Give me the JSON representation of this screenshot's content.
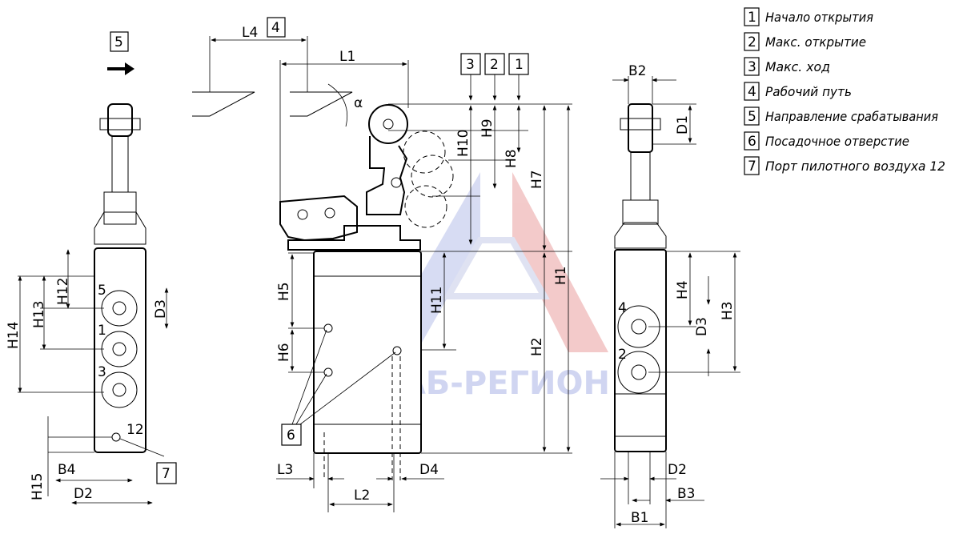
{
  "legend": [
    {
      "num": "1",
      "text": "Начало открытия"
    },
    {
      "num": "2",
      "text": "Макс. открытие"
    },
    {
      "num": "3",
      "text": "Макс. ход"
    },
    {
      "num": "4",
      "text": "Рабочий путь"
    },
    {
      "num": "5",
      "text": "Направление срабатывания"
    },
    {
      "num": "6",
      "text": "Посадочное отверстие"
    },
    {
      "num": "7",
      "text": "Порт пилотного воздуха 12"
    }
  ],
  "callouts": {
    "c1": "1",
    "c2": "2",
    "c3": "3",
    "c4": "4",
    "c5": "5",
    "c6": "6",
    "c7": "7"
  },
  "port_labels": {
    "p5": "5",
    "p1": "1",
    "p3": "3",
    "p12": "12",
    "p4": "4",
    "p2": "2"
  },
  "dims": {
    "L1": "L1",
    "L2": "L2",
    "L3": "L3",
    "L4": "L4",
    "B1": "B1",
    "B2": "B2",
    "B3": "B3",
    "B4": "B4",
    "D1": "D1",
    "D2": "D2",
    "D3": "D3",
    "D4": "D4",
    "H1": "H1",
    "H2": "H2",
    "H3": "H3",
    "H4": "H4",
    "H5": "H5",
    "H6": "H6",
    "H7": "H7",
    "H8": "H8",
    "H9": "H9",
    "H10": "H10",
    "H11": "H11",
    "H12": "H12",
    "H13": "H13",
    "H14": "H14",
    "H15": "H15",
    "angle": "α"
  },
  "watermark": "СНАБ-РЕГИОН",
  "colors": {
    "watermark_blue": "#a9b3e6",
    "watermark_red": "#e06060",
    "line": "#000000"
  }
}
